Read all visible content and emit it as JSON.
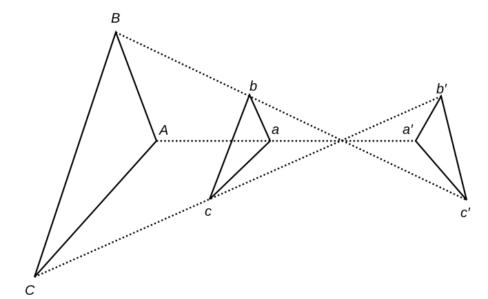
{
  "labels": {
    "A": "A",
    "B": "B",
    "C": "C",
    "a": "a",
    "b": "b",
    "c": "c",
    "a_prime": "a′",
    "b_prime": "b′",
    "c_prime": "c′"
  },
  "colors": {
    "line": "#000000",
    "background": "#ffffff"
  }
}
